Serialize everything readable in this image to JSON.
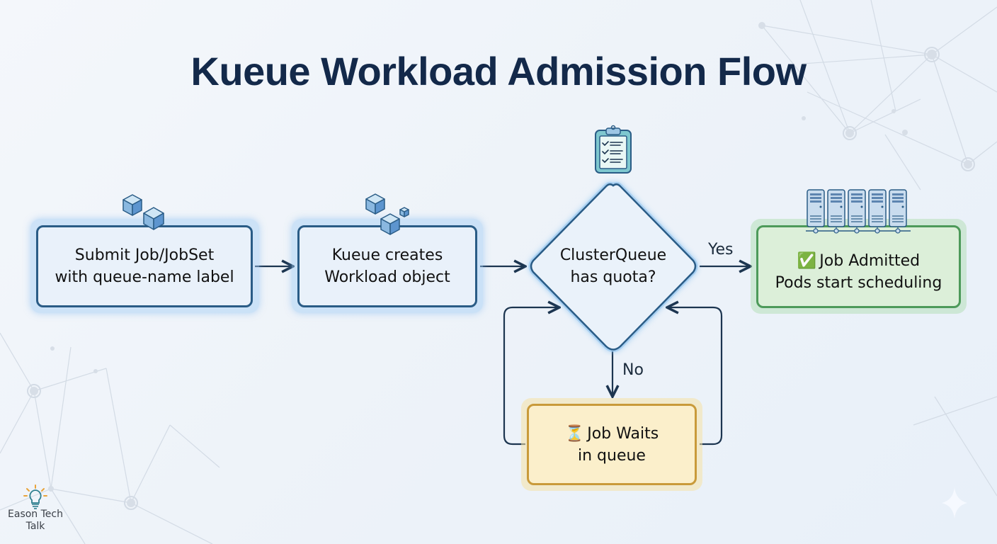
{
  "title": "Kueue Workload Admission Flow",
  "nodes": {
    "submit": {
      "line1": "Submit Job/JobSet",
      "line2": "with queue-name label",
      "icon": "cubes-icon"
    },
    "create": {
      "line1": "Kueue creates",
      "line2": "Workload object",
      "icon": "cubes-icon"
    },
    "decision": {
      "line1": "ClusterQueue",
      "line2": "has quota?",
      "icon": "clipboard-checklist-icon"
    },
    "admitted": {
      "emoji": "✅",
      "line1": "Job Admitted",
      "line2": "Pods start scheduling",
      "icon": "server-rack-icon"
    },
    "waits": {
      "emoji": "⏳",
      "line1": "Job Waits",
      "line2": "in queue"
    }
  },
  "edges": {
    "yes_label": "Yes",
    "no_label": "No"
  },
  "branding": {
    "line1": "Eason Tech",
    "line2": "Talk",
    "icon": "lightbulb-icon"
  },
  "colors": {
    "title": "#13294a",
    "blue_border": "#2a5c86",
    "green_border": "#4d9a5a",
    "yellow_border": "#c99a3a",
    "arrow": "#1c3550"
  }
}
